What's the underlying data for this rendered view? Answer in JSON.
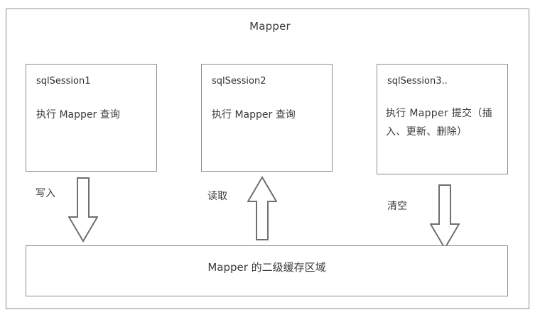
{
  "diagram": {
    "title": "Mapper",
    "sessions": [
      {
        "name": "sqlSession1",
        "action": "执行 Mapper 查询"
      },
      {
        "name": "sqlSession2",
        "action": "执行 Mapper 查询"
      },
      {
        "name": "sqlSession3..",
        "action": "执行 Mapper 提交（插入、更新、删除）"
      }
    ],
    "arrows": [
      {
        "label": "写入",
        "direction": "down",
        "icon": "down-block-arrow-icon"
      },
      {
        "label": "读取",
        "direction": "up",
        "icon": "up-block-arrow-icon"
      },
      {
        "label": "清空",
        "direction": "down",
        "icon": "down-block-arrow-icon"
      }
    ],
    "cache": {
      "label": "Mapper 的二级缓存区域"
    },
    "colors": {
      "border": "#8d8d8d",
      "text": "#3a3a3a",
      "background": "#ffffff"
    }
  }
}
